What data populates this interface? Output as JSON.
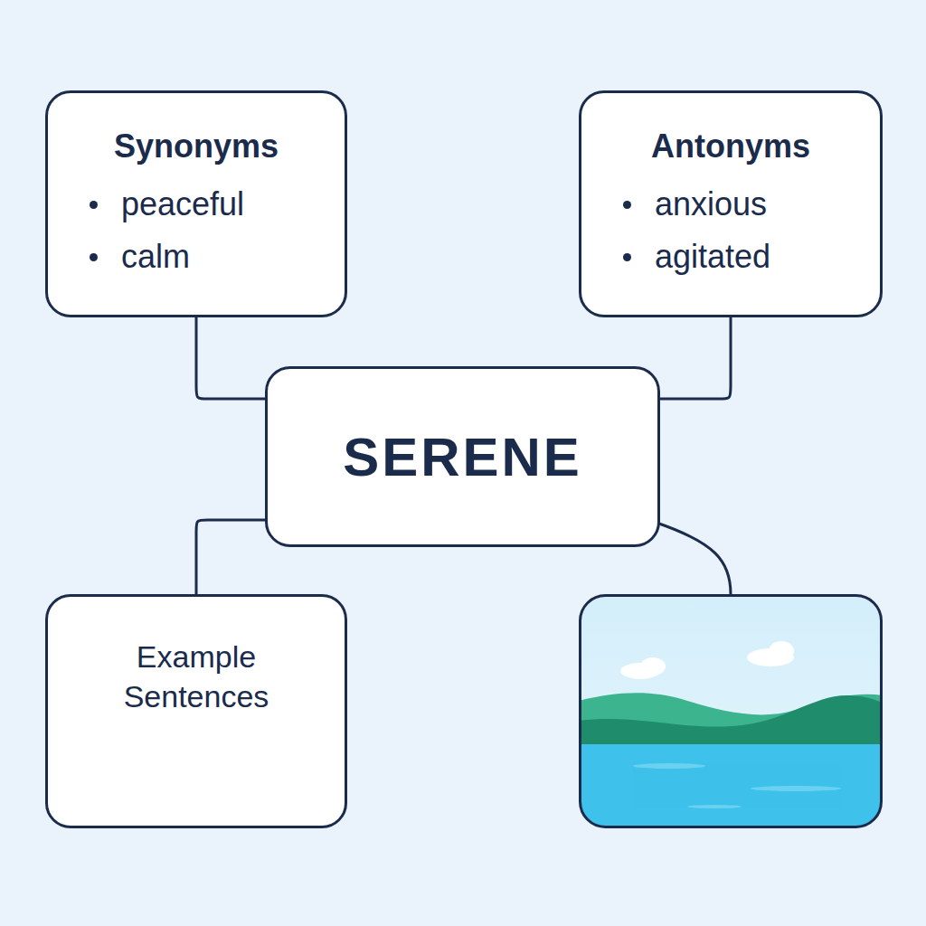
{
  "diagram": {
    "nodes": [
      {
        "text": [
          "Synonyms",
          "peaceful",
          "calm"
        ]
      },
      {
        "text": [
          "Antonyms",
          "anxious",
          "agitated"
        ]
      },
      {
        "text": [
          "SERENE"
        ]
      },
      {
        "text": [
          "Example Sentences"
        ]
      }
    ],
    "edges": [
      {
        "from": 2,
        "to": 0,
        "arrow": "none"
      },
      {
        "from": 2,
        "to": 1,
        "arrow": "none"
      },
      {
        "from": 2,
        "to": 3,
        "arrow": "none"
      }
    ]
  }
}
